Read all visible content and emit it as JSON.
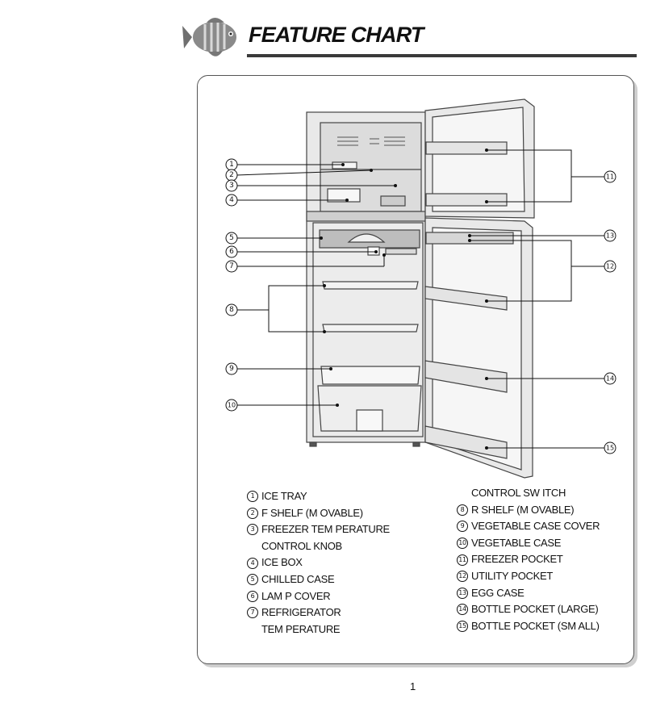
{
  "header": {
    "title": "FEATURE CHART"
  },
  "callouts": [
    {
      "n": "1"
    },
    {
      "n": "2"
    },
    {
      "n": "3"
    },
    {
      "n": "4"
    },
    {
      "n": "5"
    },
    {
      "n": "6"
    },
    {
      "n": "7"
    },
    {
      "n": "8"
    },
    {
      "n": "9"
    },
    {
      "n": "10"
    },
    {
      "n": "11"
    },
    {
      "n": "12"
    },
    {
      "n": "13"
    },
    {
      "n": "14"
    },
    {
      "n": "15"
    }
  ],
  "legend": {
    "left": [
      {
        "n": "1",
        "text": "ICE TRAY"
      },
      {
        "n": "2",
        "text": "F SHELF (M OVABLE)"
      },
      {
        "n": "3",
        "text": "FREEZER TEM PERATURE"
      },
      {
        "n": "",
        "text": "CONTROL KNOB"
      },
      {
        "n": "4",
        "text": "ICE BOX"
      },
      {
        "n": "5",
        "text": "CHILLED CASE"
      },
      {
        "n": "6",
        "text": "LAM P COVER"
      },
      {
        "n": "7",
        "text": "REFRIGERATOR"
      },
      {
        "n": "",
        "text": "TEM PERATURE"
      }
    ],
    "right": [
      {
        "n": "",
        "text": "CONTROL SW ITCH"
      },
      {
        "n": "8",
        "text": "R SHELF (M OVABLE)"
      },
      {
        "n": "9",
        "text": "VEGETABLE CASE COVER"
      },
      {
        "n": "10",
        "text": "VEGETABLE CASE"
      },
      {
        "n": "11",
        "text": "FREEZER POCKET"
      },
      {
        "n": "12",
        "text": "UTILITY POCKET"
      },
      {
        "n": "13",
        "text": "EGG CASE"
      },
      {
        "n": "14",
        "text": "BOTTLE POCKET (LARGE)"
      },
      {
        "n": "15",
        "text": "BOTTLE POCKET (SM ALL)"
      }
    ]
  },
  "footer": {
    "page_number": "1"
  }
}
